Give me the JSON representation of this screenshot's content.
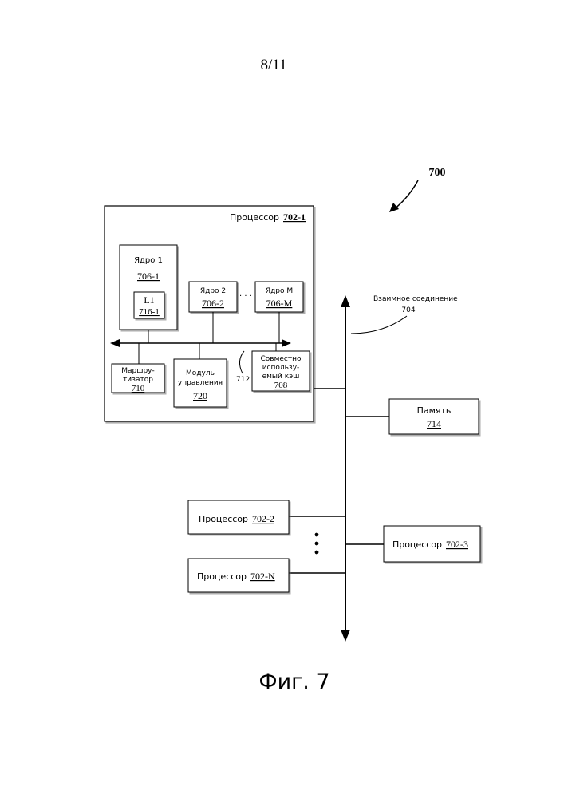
{
  "page_number": "8/11",
  "figure_ref": "700",
  "figure_caption": "Фиг. 7",
  "processor_main": {
    "label": "Процессор",
    "ref": "702-1"
  },
  "core1": {
    "label": "Ядро 1",
    "ref": "706-1",
    "cache_label": "L1",
    "cache_ref": "716-1"
  },
  "core2": {
    "label": "Ядро 2",
    "ref": "706-2"
  },
  "core_dots": "· · ·",
  "coreM": {
    "label": "Ядро M",
    "ref": "706-M"
  },
  "router": {
    "line1": "Маршру-",
    "line2": "тизатор",
    "ref": "710"
  },
  "control_module": {
    "line1": "Модуль",
    "line2": "управления",
    "ref": "720"
  },
  "shared_cache": {
    "line1": "Совместно",
    "line2": "использу-",
    "line3": "емый кэш",
    "ref": "708"
  },
  "internal_bus_ref": "712",
  "interconnect": {
    "label": "Взаимное соединение",
    "ref": "704"
  },
  "memory": {
    "label": "Память",
    "ref": "714"
  },
  "processor2": {
    "label": "Процессор",
    "ref": "702-2"
  },
  "processor3": {
    "label": "Процессор",
    "ref": "702-3"
  },
  "processorN": {
    "label": "Процессор",
    "ref": "702-N"
  }
}
